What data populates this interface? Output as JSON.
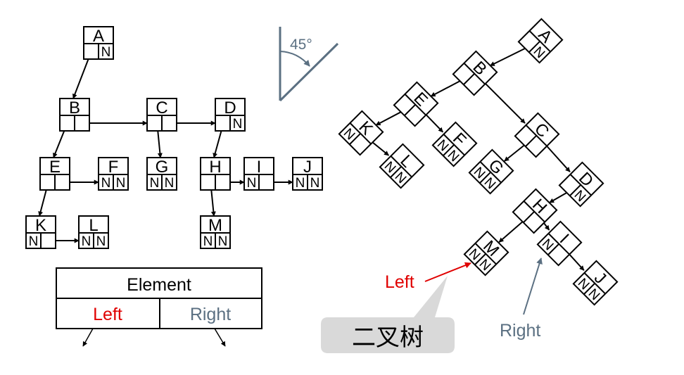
{
  "colors": {
    "line": "#000000",
    "left_accent": "#e00000",
    "right_accent": "#5b7082",
    "callout_fill": "#d9d9d9"
  },
  "left_tree": {
    "nodes": [
      {
        "id": "A",
        "label": "A",
        "left": "",
        "right": "N"
      },
      {
        "id": "B",
        "label": "B",
        "left": "",
        "right": ""
      },
      {
        "id": "C",
        "label": "C",
        "left": "",
        "right": ""
      },
      {
        "id": "D",
        "label": "D",
        "left": "",
        "right": "N"
      },
      {
        "id": "E",
        "label": "E",
        "left": "",
        "right": ""
      },
      {
        "id": "F",
        "label": "F",
        "left": "N",
        "right": "N"
      },
      {
        "id": "G",
        "label": "G",
        "left": "N",
        "right": "N"
      },
      {
        "id": "H",
        "label": "H",
        "left": "",
        "right": ""
      },
      {
        "id": "I",
        "label": "I",
        "left": "N",
        "right": ""
      },
      {
        "id": "J",
        "label": "J",
        "left": "N",
        "right": "N"
      },
      {
        "id": "K",
        "label": "K",
        "left": "N",
        "right": ""
      },
      {
        "id": "L",
        "label": "L",
        "left": "N",
        "right": "N"
      },
      {
        "id": "M",
        "label": "M",
        "left": "N",
        "right": "N"
      }
    ],
    "edges": [
      {
        "from": "A",
        "to": "B",
        "side": "left"
      },
      {
        "from": "B",
        "to": "E",
        "side": "left"
      },
      {
        "from": "B",
        "to": "C",
        "side": "right"
      },
      {
        "from": "C",
        "to": "G",
        "side": "left"
      },
      {
        "from": "C",
        "to": "D",
        "side": "right"
      },
      {
        "from": "D",
        "to": "H",
        "side": "left"
      },
      {
        "from": "E",
        "to": "K",
        "side": "left"
      },
      {
        "from": "E",
        "to": "F",
        "side": "right"
      },
      {
        "from": "H",
        "to": "M",
        "side": "left"
      },
      {
        "from": "H",
        "to": "I",
        "side": "right"
      },
      {
        "from": "I",
        "to": "J",
        "side": "right"
      },
      {
        "from": "K",
        "to": "L",
        "side": "right"
      }
    ]
  },
  "legend": {
    "element": "Element",
    "left": "Left",
    "right": "Right"
  },
  "angle": {
    "label": "45°"
  },
  "right_tree": {
    "nodes": [
      {
        "id": "A",
        "label": "A",
        "left": "",
        "right": "N"
      },
      {
        "id": "B",
        "label": "B",
        "left": "",
        "right": ""
      },
      {
        "id": "E",
        "label": "E",
        "left": "",
        "right": ""
      },
      {
        "id": "K",
        "label": "K",
        "left": "N",
        "right": ""
      },
      {
        "id": "L",
        "label": "L",
        "left": "N",
        "right": "N"
      },
      {
        "id": "F",
        "label": "F",
        "left": "N",
        "right": "N"
      },
      {
        "id": "C",
        "label": "C",
        "left": "",
        "right": ""
      },
      {
        "id": "G",
        "label": "G",
        "left": "N",
        "right": "N"
      },
      {
        "id": "D",
        "label": "D",
        "left": "",
        "right": "N"
      },
      {
        "id": "H",
        "label": "H",
        "left": "",
        "right": ""
      },
      {
        "id": "M",
        "label": "M",
        "left": "N",
        "right": "N"
      },
      {
        "id": "I",
        "label": "I",
        "left": "N",
        "right": ""
      },
      {
        "id": "J",
        "label": "J",
        "left": "N",
        "right": "N"
      }
    ],
    "edges": [
      {
        "from": "A",
        "to": "B"
      },
      {
        "from": "B",
        "to": "E"
      },
      {
        "from": "B",
        "to": "C"
      },
      {
        "from": "E",
        "to": "K"
      },
      {
        "from": "E",
        "to": "F"
      },
      {
        "from": "K",
        "to": "L"
      },
      {
        "from": "C",
        "to": "G"
      },
      {
        "from": "C",
        "to": "D"
      },
      {
        "from": "D",
        "to": "H"
      },
      {
        "from": "H",
        "to": "M"
      },
      {
        "from": "H",
        "to": "I"
      },
      {
        "from": "I",
        "to": "J"
      }
    ],
    "annotations": {
      "left": "Left",
      "right": "Right"
    }
  },
  "callout": {
    "text": "二叉树"
  }
}
